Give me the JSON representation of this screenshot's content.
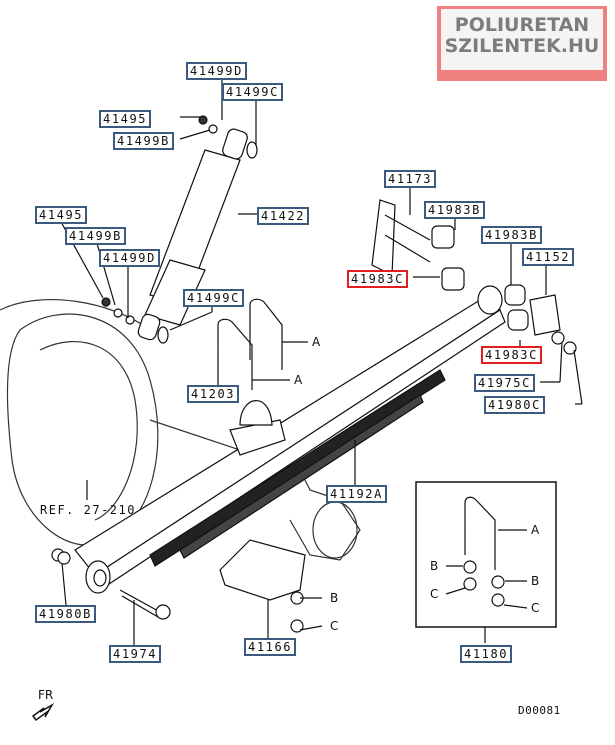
{
  "logo": {
    "line1": "POLIURETAN",
    "line2": "SZILENTEK.HU",
    "color": "#f08080"
  },
  "parts": {
    "p41499D_top": "41499D",
    "p41499C_top": "41499C",
    "p41495_top": "41495",
    "p41499B_top": "41499B",
    "p41495_left": "41495",
    "p41499B_left": "41499B",
    "p41499D_left": "41499D",
    "p41422": "41422",
    "p41499C_mid": "41499C",
    "p41203": "41203",
    "p41173": "41173",
    "p41983B_a": "41983B",
    "p41983B_b": "41983B",
    "p41152": "41152",
    "p41983C_left": "41983C",
    "p41983C_right": "41983C",
    "p41975C": "41975C",
    "p41980C": "41980C",
    "p41192A": "41192A",
    "p41980B": "41980B",
    "p41974": "41974",
    "p41166": "41166",
    "p41180": "41180"
  },
  "highlight_color": "#e02020",
  "label_border_color": "#3c5a80",
  "letters": {
    "a": "A",
    "b": "B",
    "c": "C"
  },
  "reference": "REF. 27-210",
  "direction": "FR",
  "diagram_code": "D00081"
}
